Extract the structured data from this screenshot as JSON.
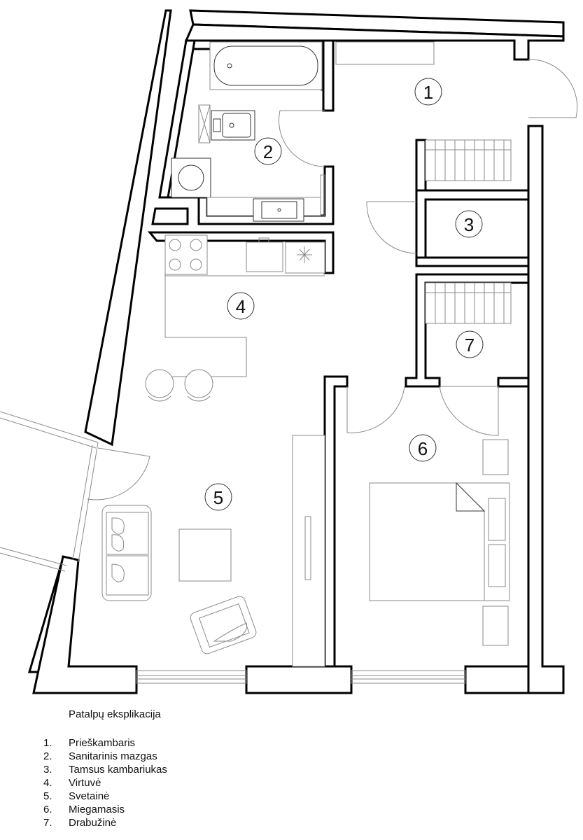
{
  "legend": {
    "title": "Patalpų eksplikacija",
    "items": [
      {
        "number": "1.",
        "label": "Prieškambaris"
      },
      {
        "number": "2.",
        "label": "Sanitarinis mazgas"
      },
      {
        "number": "3.",
        "label": "Tamsus kambariukas"
      },
      {
        "number": "4.",
        "label": "Virtuvė"
      },
      {
        "number": "5.",
        "label": "Svetainė"
      },
      {
        "number": "6.",
        "label": "Miegamasis"
      },
      {
        "number": "7.",
        "label": "Drabužinė"
      }
    ]
  },
  "room_numbers": {
    "r1": "1",
    "r2": "2",
    "r3": "3",
    "r4": "4",
    "r5": "5",
    "r6": "6",
    "r7": "7"
  }
}
